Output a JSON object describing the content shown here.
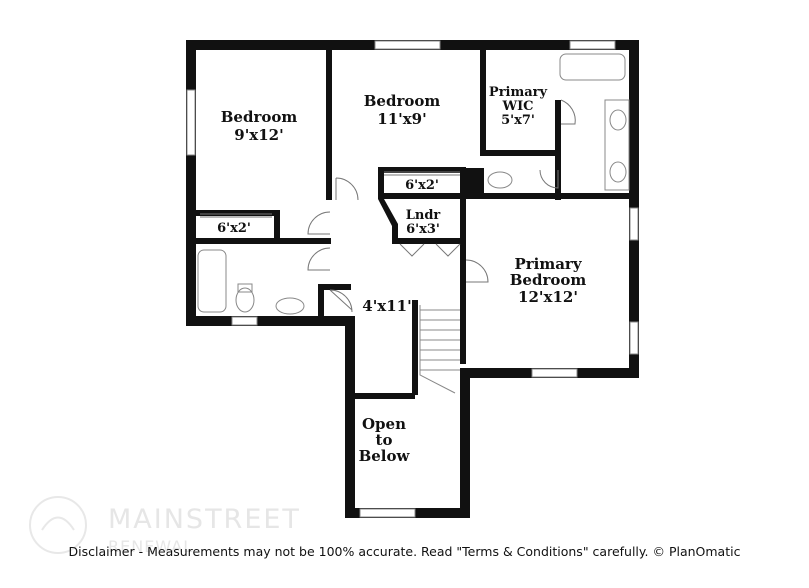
{
  "rooms": {
    "bedroom_left": {
      "name": "Bedroom",
      "size": "9'x12'"
    },
    "bedroom_top": {
      "name": "Bedroom",
      "size": "11'x9'"
    },
    "primary_wic": {
      "name1": "Primary",
      "name2": "WIC",
      "size": "5'x7'"
    },
    "closet_left": {
      "size": "6'x2'"
    },
    "closet_mid": {
      "size": "6'x2'"
    },
    "laundry": {
      "name": "Lndr",
      "size": "6'x3'"
    },
    "primary_bedroom": {
      "name1": "Primary",
      "name2": "Bedroom",
      "size": "12'x12'"
    },
    "hall": {
      "size": "4'x11'"
    },
    "open_below": {
      "line1": "Open",
      "line2": "to",
      "line3": "Below"
    }
  },
  "watermark": {
    "brand": "MAINSTREET",
    "sub": "RENEWAL"
  },
  "disclaimer": "Disclaimer - Measurements may not be 100% accurate. Read \"Terms & Conditions\" carefully. © PlanOmatic"
}
